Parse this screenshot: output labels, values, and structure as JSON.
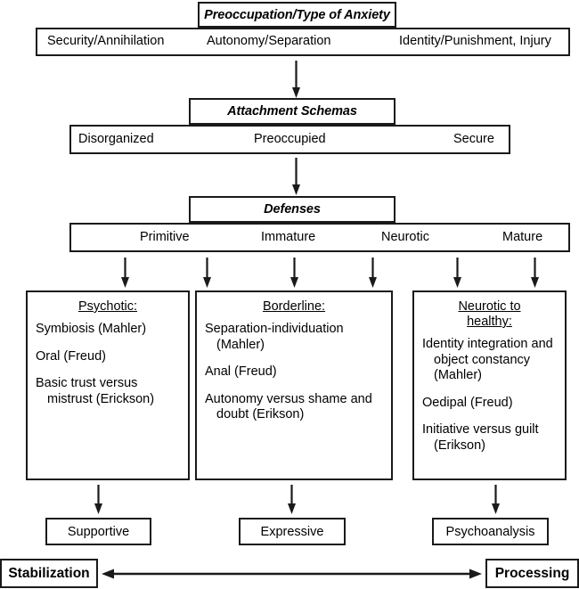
{
  "diagram": {
    "title": "Preoccupation/Type of Anxiety",
    "rows": [
      {
        "id": "anxiety",
        "title": "Preoccupation/Type of Anxiety",
        "labels": [
          "Security/Annihilation",
          "Autonomy/Separation",
          "Identity/Punishment, Injury"
        ]
      },
      {
        "id": "attachment",
        "title": "Attachment Schemas",
        "labels": [
          "Disorganized",
          "Preoccupied",
          "Secure"
        ]
      },
      {
        "id": "defenses",
        "title": "Defenses",
        "labels": [
          "Primitive",
          "Immature",
          "Neurotic",
          "Mature"
        ]
      }
    ],
    "columns": [
      {
        "id": "psychotic",
        "heading": [
          "Psychotic:"
        ],
        "items": [
          "Symbiosis (Mahler)",
          "Oral (Freud)",
          "Basic trust versus mistrust (Erickson)"
        ],
        "treatment": "Supportive"
      },
      {
        "id": "borderline",
        "heading": [
          "Borderline:"
        ],
        "items": [
          "Separation-individuation (Mahler)",
          "Anal (Freud)",
          "Autonomy versus shame and doubt (Erikson)"
        ],
        "treatment": "Expressive"
      },
      {
        "id": "neurotic-to-healthy",
        "heading": [
          "Neurotic to",
          "healthy:"
        ],
        "items": [
          "Identity integration and object constancy (Mahler)",
          "Oedipal (Freud)",
          "Initiative versus guilt (Erikson)"
        ],
        "treatment": "Psychoanalysis"
      }
    ],
    "spectrum": {
      "left_label": "Stabilization",
      "right_label": "Processing"
    },
    "colors": {
      "stroke": "#1a1a1a",
      "background": "#ffffff",
      "text": "#000000"
    }
  }
}
